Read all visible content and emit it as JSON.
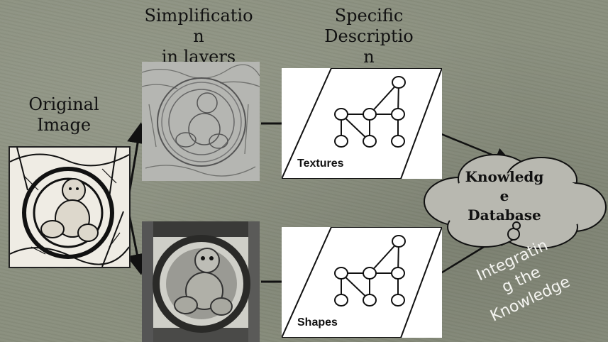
{
  "labels": {
    "simplification": "Simplificatio\nn\nin layers",
    "specific_description": "Specific\nDescriptio\nn",
    "original_image": "Original\nImage"
  },
  "panels": {
    "textures_title": "Textures",
    "shapes_title": "Shapes"
  },
  "knowledge_database": "Knowledg\ne\nDatabase",
  "integrating": "Integratin\ng the\nKnowledge",
  "colors": {
    "background": "#8a8f7e",
    "cloud_fill": "#b8b8b0",
    "arrow": "#111111",
    "panel_bg": "#ffffff",
    "integrating_text": "#f4f4f0"
  }
}
